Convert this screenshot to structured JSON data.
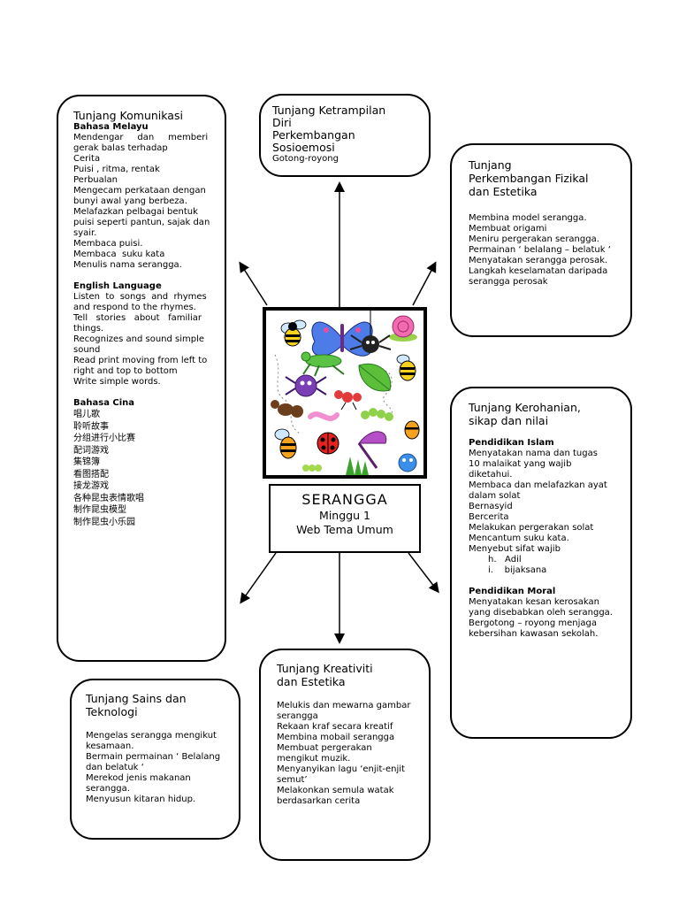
{
  "komunikasi": {
    "title": "Tunjang Komunikasi",
    "bm_heading": "Bahasa Melayu",
    "bm_lines": [
      "Mendengar     dan     memberi",
      "gerak balas terhadap",
      "Cerita",
      "Puisi , ritma, rentak",
      "Perbualan",
      "Mengecam perkataan dengan",
      "bunyi awal yang berbeza.",
      "Melafazkan pelbagai bentuk",
      "puisi seperti pantun, sajak dan",
      "syair.",
      "Membaca puisi.",
      "Membaca  suku kata",
      "Menulis nama serangga."
    ],
    "en_heading": "English Language",
    "en_lines": [
      "Listen  to  songs  and  rhymes",
      "and respond to the rhymes.",
      "Tell   stories   about   familiar",
      "things.",
      "Recognizes and sound simple",
      "sound",
      "Read print moving from left to",
      "right and top to bottom",
      "Write simple words."
    ],
    "cn_heading": "Bahasa Cina",
    "cn_lines": [
      "唱儿歌",
      "聆听故事",
      "分组进行小比赛",
      "配词游戏",
      "集锦簿",
      "看图搭配",
      "接龙游戏",
      "各种昆虫表情歌唱",
      "制作昆虫模型",
      "制作昆虫小乐园"
    ]
  },
  "ketrampilan": {
    "title_lines": [
      "Tunjang Ketrampilan",
      "Diri",
      "Perkembangan",
      "Sosioemosi"
    ],
    "lines": [
      "Gotong-royong"
    ]
  },
  "fizikal": {
    "title_lines": [
      "Tunjang",
      "Perkembangan Fizikal",
      "dan Estetika"
    ],
    "lines": [
      "Membina model serangga.",
      "Membuat origami",
      "Meniru pergerakan serangga.",
      "Permainan ‘ belalang – belatuk ‘",
      "Menyatakan serangga perosak.",
      "Langkah keselamatan daripada",
      "serangga perosak"
    ]
  },
  "kerohanian": {
    "title_lines": [
      "Tunjang Kerohanian,",
      "sikap dan nilai"
    ],
    "islam_heading": "Pendidikan Islam",
    "islam_lines": [
      "Menyatakan nama dan tugas",
      "10 malaikat yang wajib",
      "diketahui.",
      "Membaca dan melafazkan ayat",
      "dalam solat",
      "Bernasyid",
      "Bercerita",
      "Melakukan pergerakan solat",
      "Mencantum suku kata.",
      "Menyebut sifat wajib"
    ],
    "islam_list": [
      "h.   Adil",
      "i.    bijaksana"
    ],
    "moral_heading": "Pendidikan Moral",
    "moral_lines": [
      "Menyatakan kesan kerosakan",
      "yang disebabkan oleh serangga.",
      "Bergotong – royong menjaga",
      "kebersihan kawasan sekolah."
    ]
  },
  "kreativiti": {
    "title_lines": [
      "Tunjang Kreativiti",
      "dan Estetika"
    ],
    "lines": [
      "Melukis dan mewarna gambar",
      "serangga",
      "Rekaan kraf secara kreatif",
      "Membina mobail serangga",
      "Membuat pergerakan",
      "mengikut muzik.",
      "Menyanyikan lagu ‘enjit-enjit",
      "semut’",
      "Melakonkan semula watak",
      "berdasarkan cerita"
    ]
  },
  "sains": {
    "title_lines": [
      "Tunjang Sains dan",
      "Teknologi"
    ],
    "lines": [
      "Mengelas serangga mengikut",
      "kesamaan.",
      "Bermain permainan ‘ Belalang",
      "dan belatuk ‘",
      "Merekod jenis makanan",
      "serangga.",
      "Menyusun kitaran hidup."
    ]
  },
  "center": {
    "title": "SERANGGA",
    "week": "Minggu 1",
    "subtitle": "Web Tema Umum"
  }
}
